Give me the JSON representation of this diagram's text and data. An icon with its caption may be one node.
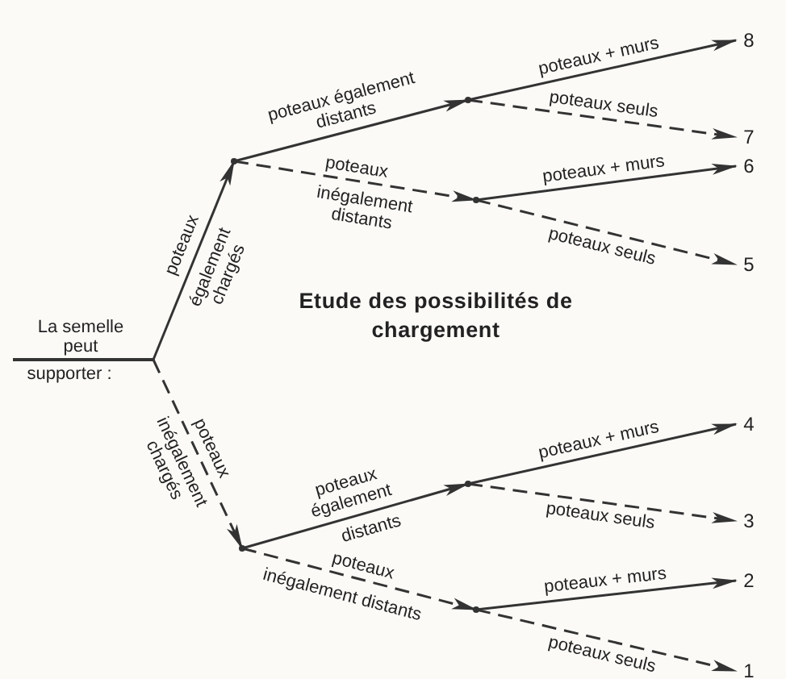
{
  "diagram": {
    "title": "Etude des possibilités de chargement",
    "nodes": [
      {
        "text": [
          "La semelle peut",
          "supporter :"
        ]
      },
      {
        "text": [],
        "shape": "dot"
      },
      {
        "text": [],
        "shape": "dot"
      },
      {
        "text": [],
        "shape": "dot"
      },
      {
        "text": [],
        "shape": "dot"
      },
      {
        "text": [],
        "shape": "dot"
      },
      {
        "text": [],
        "shape": "dot"
      },
      {
        "text": [
          "8"
        ]
      },
      {
        "text": [
          "7"
        ]
      },
      {
        "text": [
          "6"
        ]
      },
      {
        "text": [
          "5"
        ]
      },
      {
        "text": [
          "4"
        ]
      },
      {
        "text": [
          "3"
        ]
      },
      {
        "text": [
          "2"
        ]
      },
      {
        "text": [
          "1"
        ]
      }
    ],
    "edges": [
      {
        "from": 0,
        "to": 1,
        "arrow": "to",
        "label": "poteaux"
      },
      {
        "from": 0,
        "to": 2,
        "arrow": "to",
        "label": "poteaux",
        "style": "dashed"
      },
      {
        "from": 1,
        "to": 3,
        "arrow": "to",
        "label": "poteaux également distants"
      },
      {
        "from": 1,
        "to": 4,
        "arrow": "to",
        "label": "poteaux",
        "style": "dashed"
      },
      {
        "from": 3,
        "to": 7,
        "arrow": "to",
        "label": "poteaux + murs"
      },
      {
        "from": 3,
        "to": 8,
        "arrow": "to",
        "label": "poteaux seuls",
        "style": "dashed"
      },
      {
        "from": 4,
        "to": 9,
        "arrow": "to",
        "label": "poteaux + murs"
      },
      {
        "from": 4,
        "to": 10,
        "arrow": "to",
        "label": "poteaux seuls",
        "style": "dashed"
      },
      {
        "from": 2,
        "to": 5,
        "arrow": "to",
        "label": "poteaux également"
      },
      {
        "from": 2,
        "to": 6,
        "arrow": "to",
        "label": "poteaux",
        "style": "dashed"
      },
      {
        "from": 5,
        "to": 11,
        "arrow": "to",
        "label": "poteaux + murs"
      },
      {
        "from": 5,
        "to": 12,
        "arrow": "to",
        "label": "poteaux seuls",
        "style": "dashed"
      },
      {
        "from": 6,
        "to": 13,
        "arrow": "to",
        "label": "poteaux + murs"
      },
      {
        "from": 6,
        "to": 14,
        "arrow": "to",
        "label": "poteaux seuls",
        "style": "dashed"
      }
    ],
    "labels": [
      "également chargés",
      "inégalement distants",
      "inégalement chargés",
      "distants",
      "inégalement distants"
    ]
  }
}
